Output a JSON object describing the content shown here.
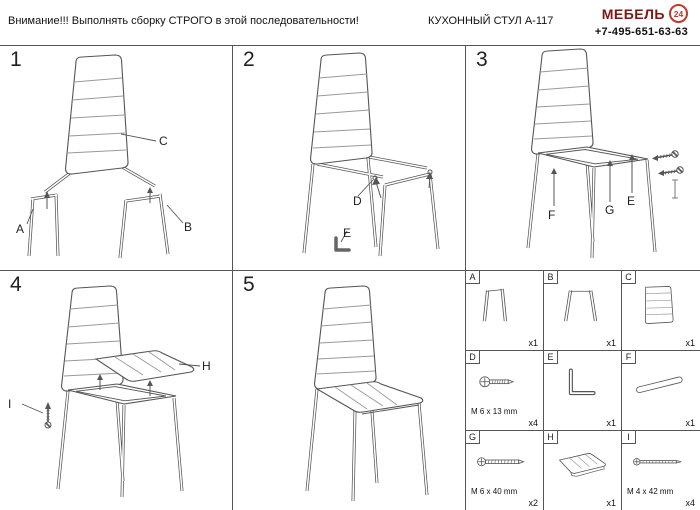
{
  "header": {
    "warning": "Внимание!!! Выполнять сборку СТРОГО в этой последовательности!",
    "product": "КУХОННЫЙ СТУЛ А-117",
    "brand": "МЕБЕЛЬ",
    "badge": "24",
    "phone": "+7-495-651-63-63"
  },
  "steps": [
    {
      "number": "1",
      "labels": {
        "c": "C",
        "a": "A",
        "b": "B"
      }
    },
    {
      "number": "2",
      "labels": {
        "d": "D",
        "e": "E"
      }
    },
    {
      "number": "3",
      "labels": {
        "f": "F",
        "g": "G",
        "e": "E"
      }
    },
    {
      "number": "4",
      "labels": {
        "h": "H",
        "i": "I"
      }
    },
    {
      "number": "5",
      "labels": {}
    }
  ],
  "parts": [
    {
      "id": "A",
      "qty": "x1"
    },
    {
      "id": "B",
      "qty": "x1"
    },
    {
      "id": "C",
      "qty": "x1"
    },
    {
      "id": "D",
      "spec": "M 6 x 13 mm",
      "qty": "x4"
    },
    {
      "id": "E",
      "qty": "x1"
    },
    {
      "id": "F",
      "qty": "x1"
    },
    {
      "id": "G",
      "spec": "M 6 x 40 mm",
      "qty": "x2"
    },
    {
      "id": "H",
      "qty": "x1"
    },
    {
      "id": "I",
      "spec": "M 4 x 42 mm",
      "qty": "x4"
    }
  ]
}
